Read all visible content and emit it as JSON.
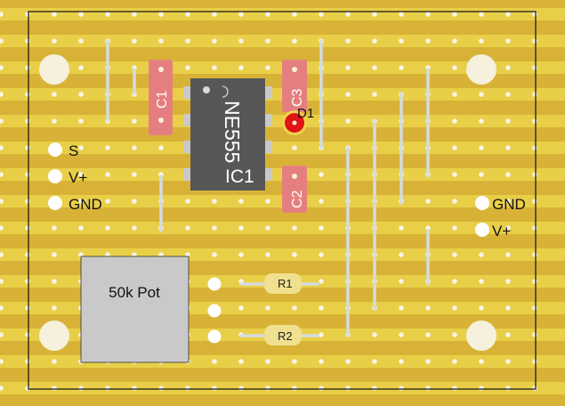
{
  "board": {
    "components": {
      "ic": {
        "label": "IC1",
        "part": "NE555"
      },
      "c1": {
        "label": "C1"
      },
      "c2": {
        "label": "C2"
      },
      "c3": {
        "label": "C3"
      },
      "d1": {
        "label": "D1"
      },
      "r1": {
        "label": "R1"
      },
      "r2": {
        "label": "R2"
      },
      "pot": {
        "label": "50k Pot"
      }
    },
    "connectors": {
      "left": [
        "S",
        "V+",
        "GND"
      ],
      "right": [
        "GND",
        "V+"
      ]
    }
  },
  "colors": {
    "board": "#d8b237",
    "strip": "#e9cf48",
    "hole": "#f7f4e6",
    "wire": "#d8dde2",
    "capacitor": "#e57f7f",
    "ic_body": "#575757",
    "led": "#e01414",
    "resistor": "#f1e08f",
    "pot": "#c9c9c9"
  }
}
